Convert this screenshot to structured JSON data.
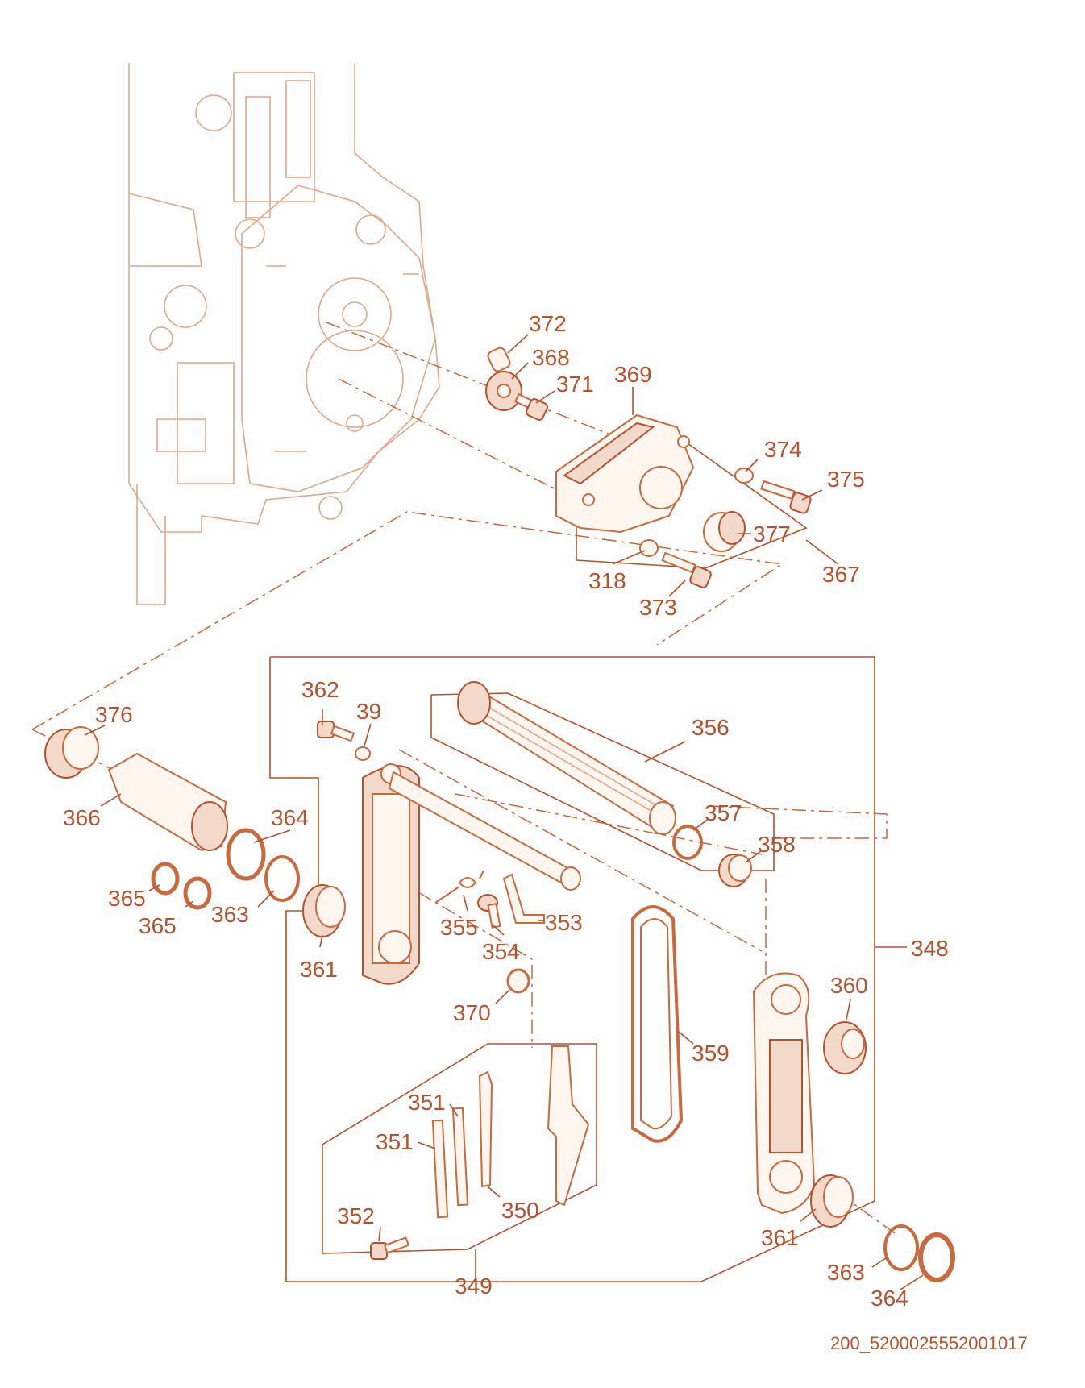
{
  "diagram": {
    "document_id": "200_5200025552001017",
    "accent_color": "#b5522e",
    "callouts": [
      {
        "id": "c372",
        "label": "372"
      },
      {
        "id": "c368",
        "label": "368"
      },
      {
        "id": "c371",
        "label": "371"
      },
      {
        "id": "c369",
        "label": "369"
      },
      {
        "id": "c374",
        "label": "374"
      },
      {
        "id": "c375",
        "label": "375"
      },
      {
        "id": "c377",
        "label": "377"
      },
      {
        "id": "c367",
        "label": "367"
      },
      {
        "id": "c318",
        "label": "318"
      },
      {
        "id": "c373",
        "label": "373"
      },
      {
        "id": "c376",
        "label": "376"
      },
      {
        "id": "c366",
        "label": "366"
      },
      {
        "id": "c364a",
        "label": "364"
      },
      {
        "id": "c365a",
        "label": "365"
      },
      {
        "id": "c365b",
        "label": "365"
      },
      {
        "id": "c363a",
        "label": "363"
      },
      {
        "id": "c361a",
        "label": "361"
      },
      {
        "id": "c362",
        "label": "362"
      },
      {
        "id": "c39",
        "label": "39"
      },
      {
        "id": "c356",
        "label": "356"
      },
      {
        "id": "c357",
        "label": "357"
      },
      {
        "id": "c358",
        "label": "358"
      },
      {
        "id": "c355",
        "label": "355"
      },
      {
        "id": "c354",
        "label": "354"
      },
      {
        "id": "c353",
        "label": "353"
      },
      {
        "id": "c348",
        "label": "348"
      },
      {
        "id": "c370",
        "label": "370"
      },
      {
        "id": "c360",
        "label": "360"
      },
      {
        "id": "c359",
        "label": "359"
      },
      {
        "id": "c351a",
        "label": "351"
      },
      {
        "id": "c351b",
        "label": "351"
      },
      {
        "id": "c352",
        "label": "352"
      },
      {
        "id": "c350",
        "label": "350"
      },
      {
        "id": "c349",
        "label": "349"
      },
      {
        "id": "c361b",
        "label": "361"
      },
      {
        "id": "c363b",
        "label": "363"
      },
      {
        "id": "c364b",
        "label": "364"
      }
    ]
  }
}
